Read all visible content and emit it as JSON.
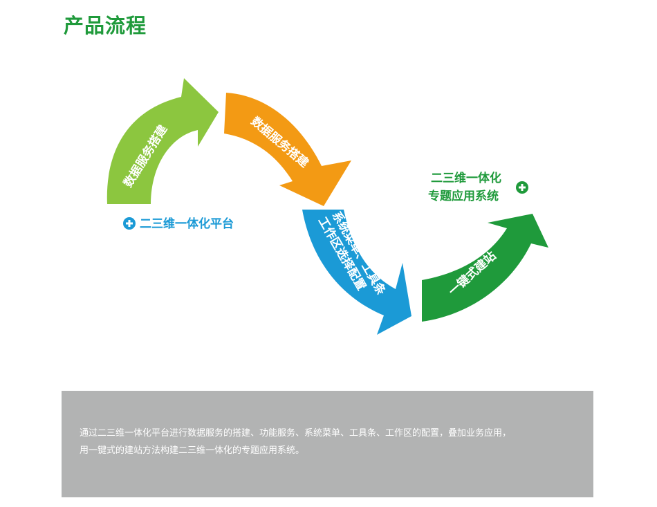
{
  "title": "产品流程",
  "colors": {
    "title": "#1f9a3b",
    "arrow_lightgreen": "#8cc63f",
    "arrow_orange": "#f39a14",
    "arrow_blue": "#1b9ad6",
    "arrow_darkgreen": "#1f9a3b",
    "panel_bg": "#b2b3b3"
  },
  "steps": [
    {
      "label": "数据服务搭建"
    },
    {
      "label": "数据服务搭建"
    },
    {
      "label_line1": "系统菜单、工具条",
      "label_line2": "工作区选择配置"
    },
    {
      "label": "一键式建站"
    }
  ],
  "start_caption": "二三维一体化平台",
  "end_caption": {
    "line1": "二三维一体化",
    "line2": "专题应用系统"
  },
  "icons": {
    "start": "plus-circle-icon",
    "end": "plus-circle-icon"
  },
  "description": {
    "line1": "通过二三维一体化平台进行数据服务的搭建、功能服务、系统菜单、工具条、工作区的配置，叠加业务应用，",
    "line2": "用一键式的建站方法构建二三维一体化的专题应用系统。"
  }
}
